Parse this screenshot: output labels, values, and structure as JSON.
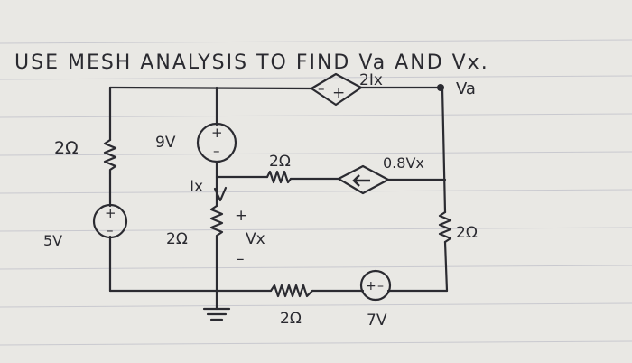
{
  "title": "USE MESH ANALYSIS TO FIND Va AND Vx.",
  "labels": {
    "r_left": "2Ω",
    "v9": "9V",
    "v5": "5V",
    "r_mid_top": "2Ω",
    "ix": "Ix",
    "r_mid_vert": "2Ω",
    "plus_vx": "+",
    "vx": "Vx",
    "minus_vx": "–",
    "ccvs": "2Ix",
    "va": "Va",
    "vccs": "0.8Vx",
    "r_right": "2Ω",
    "r_bottom": "2Ω",
    "v7": "7V",
    "src_plus": "+",
    "src_minus": "–",
    "src_9_plus": "+",
    "src_9_minus": "–",
    "src_5_plus": "+",
    "src_5_minus": "–",
    "src_7_plus": "+",
    "src_7_minus": "–",
    "ccvs_minus": "–",
    "ccvs_plus": "+"
  },
  "colors": {
    "paper": "#e9e8e4",
    "ink": "#2b2b31",
    "rule_lines": "#c9c9cf"
  }
}
